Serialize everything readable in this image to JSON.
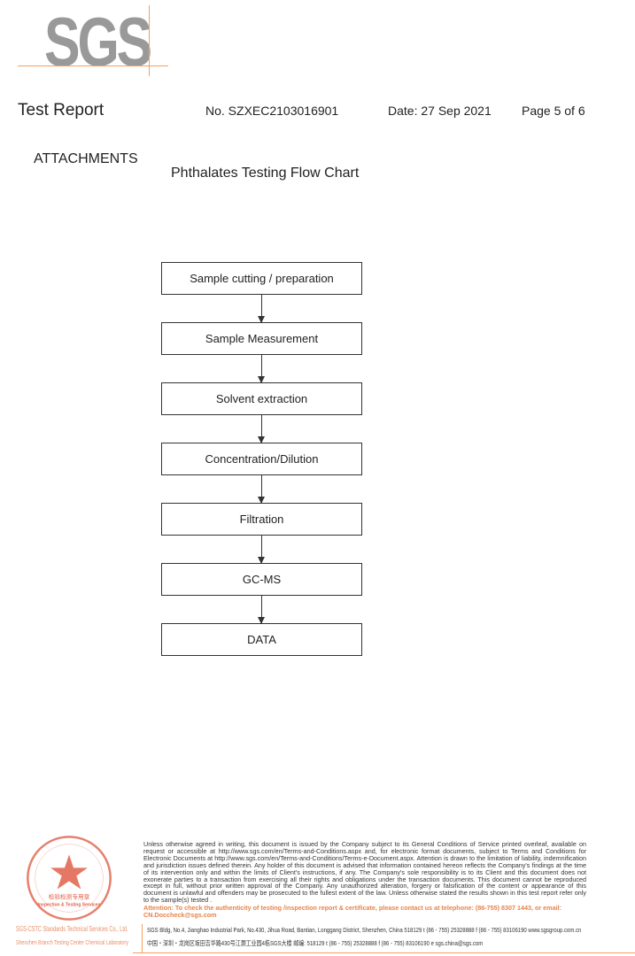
{
  "logo": {
    "text": "SGS"
  },
  "header": {
    "title": "Test Report",
    "report_no": "No. SZXEC2103016901",
    "date": "Date: 27 Sep 2021",
    "page": "Page 5 of 6"
  },
  "section": "ATTACHMENTS",
  "flow_title": "Phthalates Testing Flow Chart",
  "steps": [
    "Sample cutting / preparation",
    "Sample Measurement",
    "Solvent extraction",
    "Concentration/Dilution",
    "Filtration",
    "GC-MS",
    "DATA"
  ],
  "footer": {
    "disclaimer": "Unless otherwise agreed in writing, this document is issued by the Company subject to its General Conditions of Service printed overleaf, available on request or accessible at http://www.sgs.com/en/Terms-and-Conditions.aspx and, for electronic format documents, subject to Terms and Conditions for Electronic Documents at http://www.sgs.com/en/Terms-and-Conditions/Terms-e-Document.aspx. Attention is drawn to the limitation of liability, indemnification and jurisdiction issues defined therein. Any holder of this document is advised that information contained hereon reflects the Company's findings at the time of its intervention only and within the limits of Client's instructions, if any. The Company's sole responsibility is to its Client and this document does not exonerate parties to a transaction from exercising all their rights and obligations under the transaction documents. This document cannot be reproduced except in full, without prior written approval of the Company. Any unauthorized alteration, forgery or falsification of the content or appearance of this document is unlawful and offenders may be prosecuted to the fullest extent of the law. Unless otherwise stated the results shown in this test report refer only to the sample(s) tested .",
    "attention": "Attention: To check the authenticity of testing /inspection report & certificate, please contact us at telephone: (86-755) 8307 1443, or email: CN.Doccheck@sgs.com",
    "address_en": "SGS Bldg, No.4, Jianghao Industrial Park, No.430, Jihua Road, Bantian, Longgang District, Shenzhen, China  518129   t (86 - 755) 25328888   f (86 - 755) 83106190    www.sgsgroup.com.cn",
    "address_cn": "中国・深圳・龙岗区坂田吉华路430号江灏工业园4栋SGS大楼    邮编: 518129   t (86 - 755) 25328888   f (86 - 755) 83106190    e  sgs.china@sgs.com",
    "company_line1": "SGS-CSTC Standards Technical Services Co., Ltd.",
    "company_line2": "Shenzhen Branch Testing Center Chemical Laboratory",
    "seal_text": "检验检测专用章 Inspection & Testing Services"
  },
  "colors": {
    "accent": "#f2a060",
    "seal": "#e0604a"
  }
}
